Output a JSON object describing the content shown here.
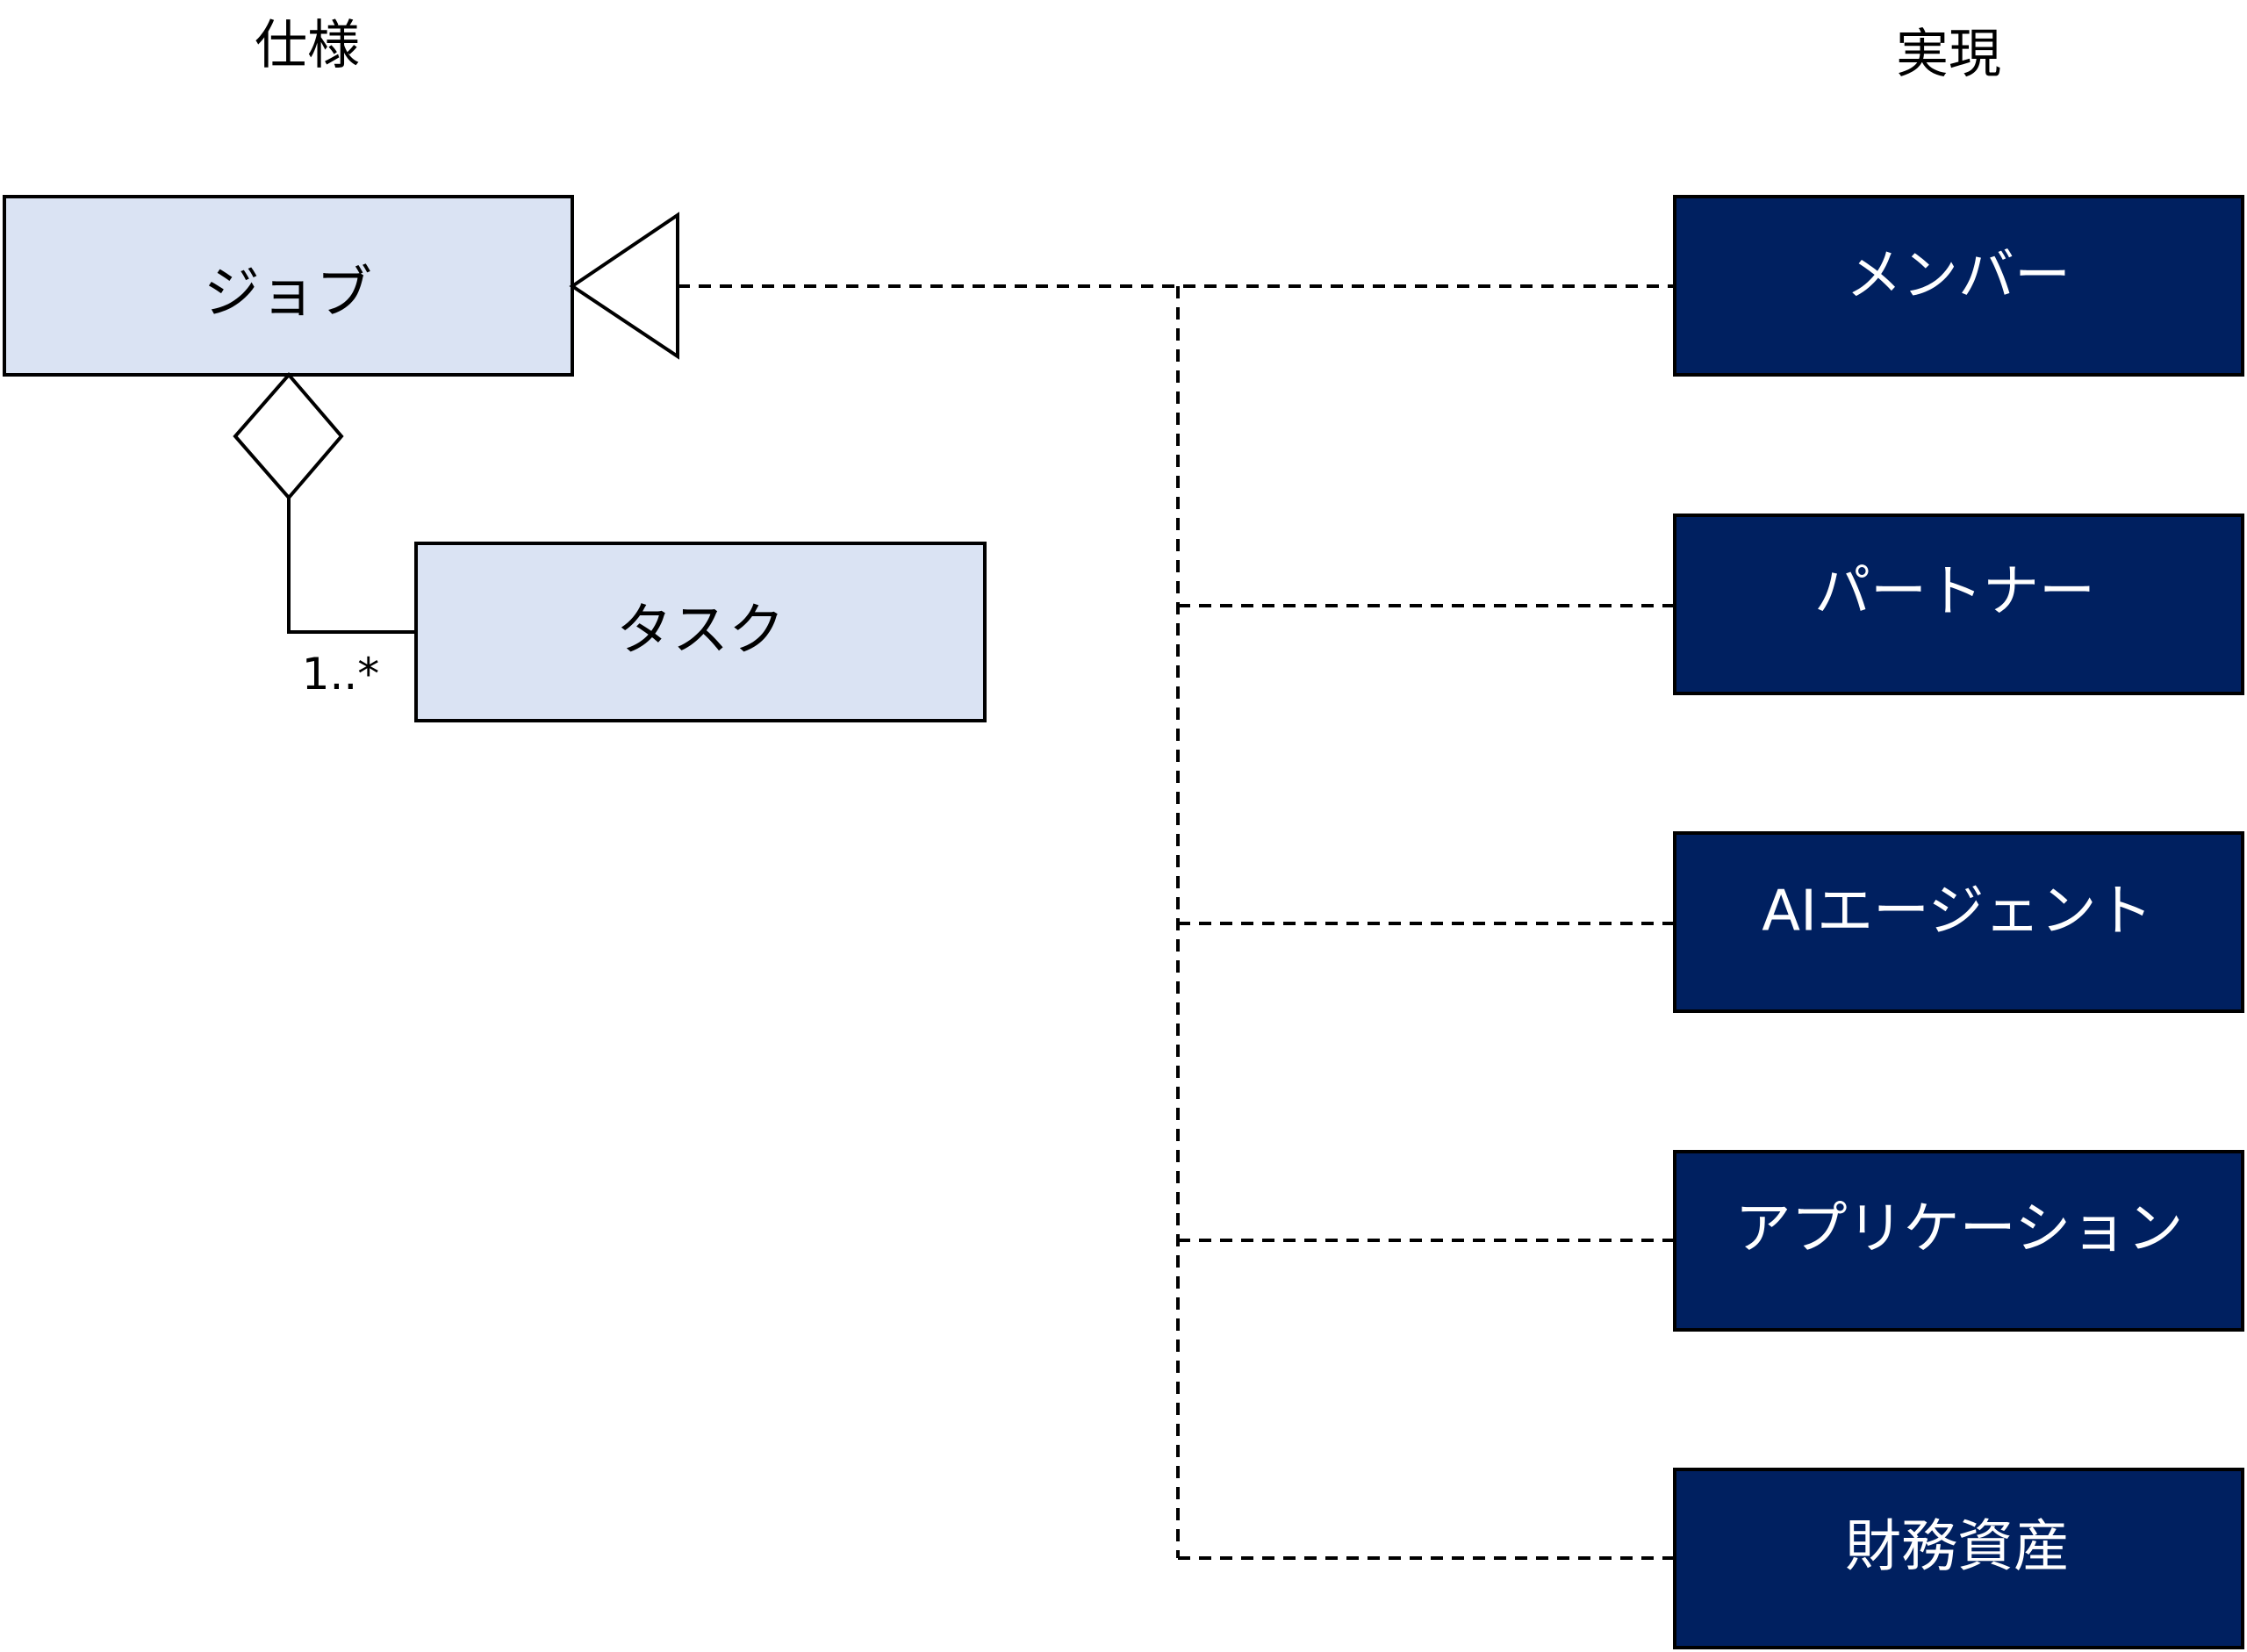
{
  "colors": {
    "spec_fill": "#dae3f3",
    "impl_fill": "#002060",
    "stroke": "#000000",
    "spec_text": "#000000",
    "impl_text": "#ffffff"
  },
  "headings": {
    "spec": "仕様",
    "impl": "実現"
  },
  "spec": {
    "job": "ジョブ",
    "task": "タスク",
    "multiplicity": "1..*"
  },
  "impl": {
    "items": [
      "メンバー",
      "パートナー",
      "AIエージェント",
      "アプリケーション",
      "財務資産"
    ]
  },
  "relations": {
    "aggregation": "ジョブ ◇— タスク",
    "realization": "実現 ⇢ ジョブ"
  }
}
